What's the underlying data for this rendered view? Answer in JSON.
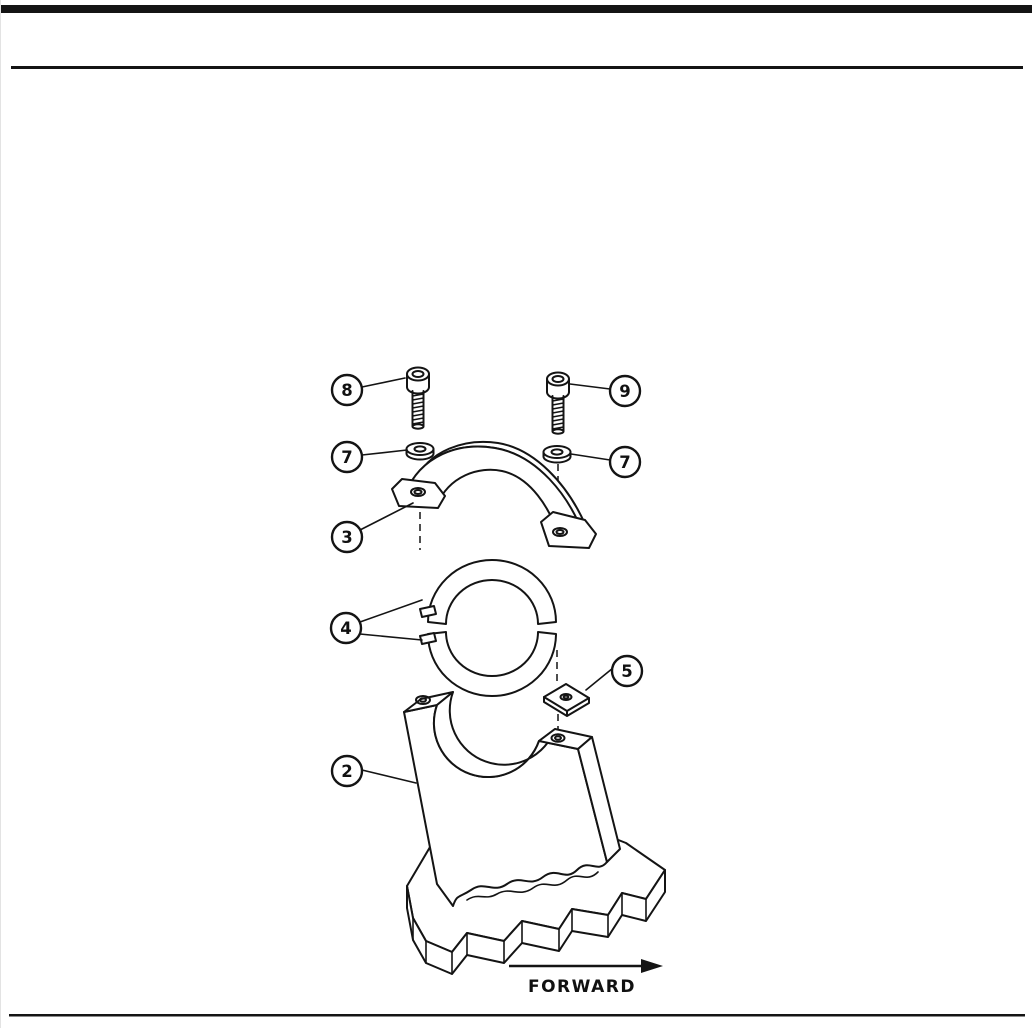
{
  "page": {
    "background": "#ffffff",
    "ink_color": "#141414"
  },
  "figure": {
    "type": "exploded-parts-diagram",
    "callouts": {
      "bolt_left": "8",
      "bolt_right": "9",
      "washer_left": "7",
      "washer_right": "7",
      "bearing_cap": "3",
      "bearing_halves": "4",
      "locking_plate": "5",
      "support_bracket": "2"
    },
    "forward_label": "FORWARD"
  }
}
